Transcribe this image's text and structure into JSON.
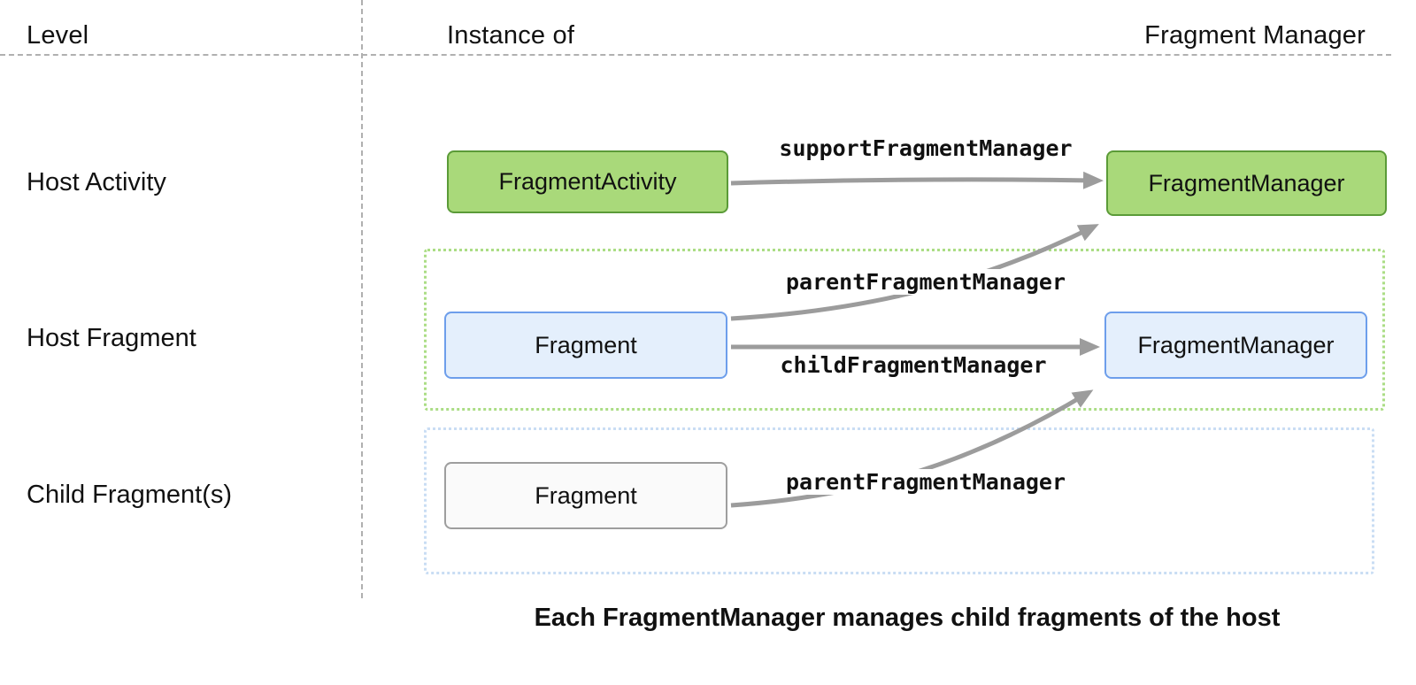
{
  "header": {
    "level": "Level",
    "instance_of": "Instance of",
    "fragment_manager": "Fragment Manager"
  },
  "row_labels": {
    "host_activity": "Host Activity",
    "host_fragment": "Host Fragment",
    "child_fragments": "Child Fragment(s)"
  },
  "nodes": {
    "fragment_activity": {
      "label": "FragmentActivity"
    },
    "activity_fragment_manager": {
      "label": "FragmentManager"
    },
    "host_fragment": {
      "label": "Fragment"
    },
    "fragment_fragment_manager": {
      "label": "FragmentManager"
    },
    "child_fragment": {
      "label": "Fragment"
    }
  },
  "edges": {
    "support_fragment_manager": {
      "label": "supportFragmentManager"
    },
    "parent_fragment_manager_host": {
      "label": "parentFragmentManager"
    },
    "child_fragment_manager": {
      "label": "childFragmentManager"
    },
    "parent_fragment_manager_child": {
      "label": "parentFragmentManager"
    }
  },
  "caption": "Each FragmentManager manages child fragments of the host",
  "colors": {
    "green_fill": "#a9d97a",
    "green_border": "#5b9b38",
    "green_dotted": "#abdd85",
    "blue_fill": "#e4effc",
    "blue_border": "#6d9eeb",
    "blue_dotted": "#c9ddf4",
    "neutral_fill": "#fafafa",
    "neutral_border": "#9e9e9e",
    "arrow": "#9c9c9c",
    "divider": "#b0b0b0",
    "text": "#111111"
  }
}
